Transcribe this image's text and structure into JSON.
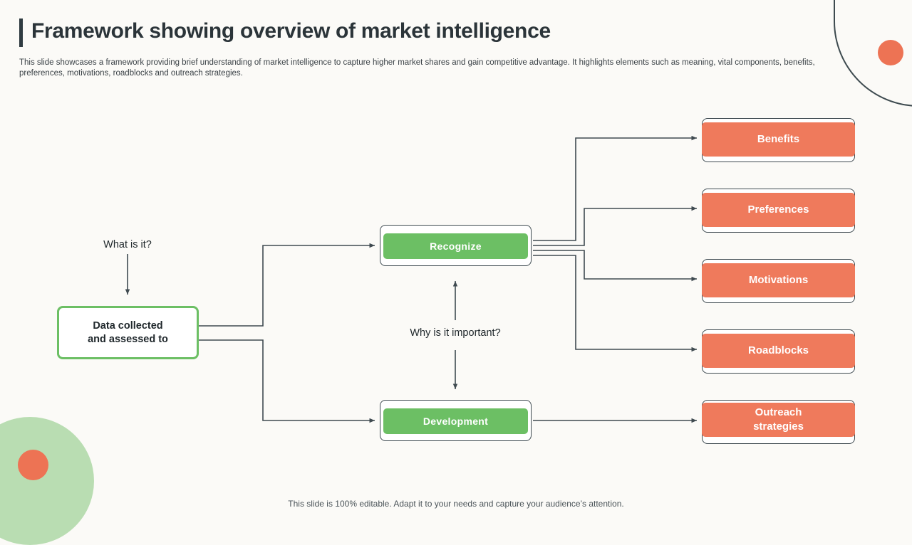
{
  "header": {
    "title": "Framework showing overview of market intelligence",
    "subtitle": "This slide showcases a framework providing brief understanding of market intelligence to capture higher market shares and gain competitive advantage. It highlights elements such as meaning, vital components, benefits, preferences, motivations, roadblocks and outreach strategies."
  },
  "diagram": {
    "start_node": "Data collected\nand assessed to",
    "start_node_line1": "Data collected",
    "start_node_line2": "and assessed to",
    "labels": {
      "what_is_it": "What is it?",
      "why_important": "Why is it important?"
    },
    "stage_nodes": [
      {
        "label": "Recognize"
      },
      {
        "label": "Development"
      }
    ],
    "outcome_nodes": [
      {
        "label": "Benefits"
      },
      {
        "label": "Preferences"
      },
      {
        "label": "Motivations"
      },
      {
        "label": "Roadblocks"
      },
      {
        "label": "Outreach strategies",
        "line1": "Outreach",
        "line2": "strategies"
      }
    ]
  },
  "footer": {
    "note": "This slide is 100% editable. Adapt it to your needs and capture your audience’s attention."
  },
  "colors": {
    "green": "#6cbf64",
    "orange": "#ef7a5c",
    "dark": "#2b3439",
    "background": "#fbfaf7"
  }
}
